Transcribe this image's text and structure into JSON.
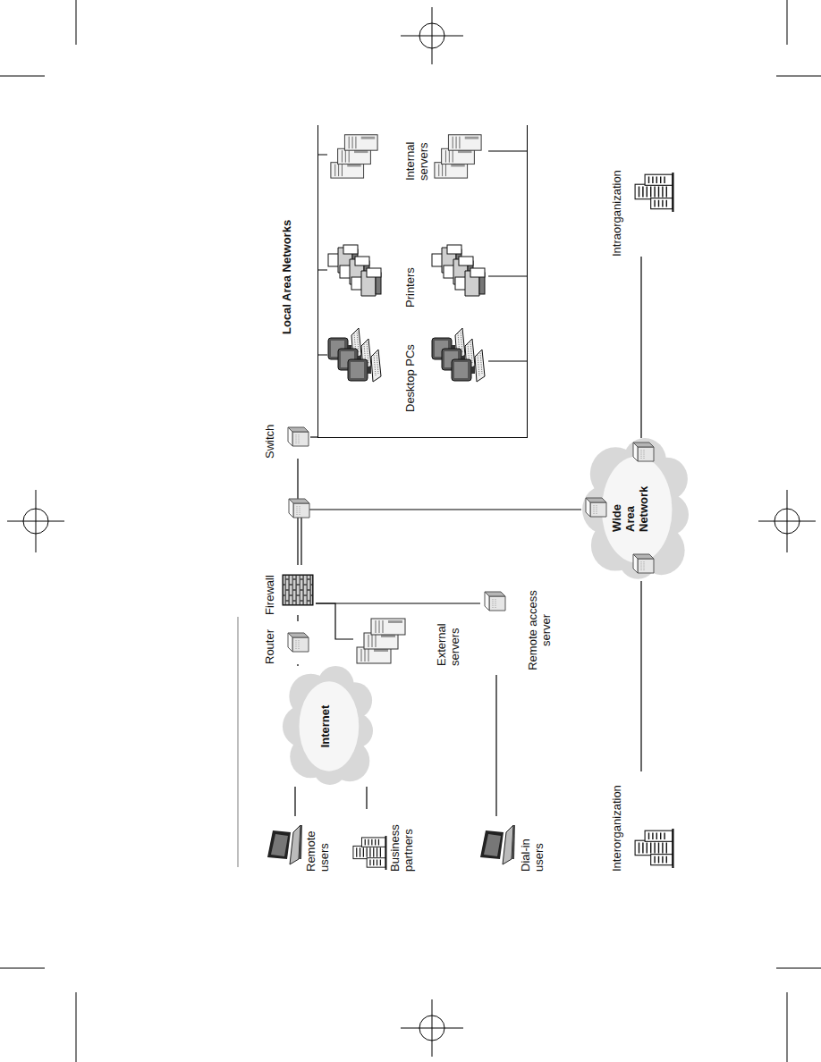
{
  "diagram": {
    "nodes": [
      {
        "text": [
          "Remote users"
        ]
      },
      {
        "text": [
          "Business partners"
        ]
      },
      {
        "text": [
          "Dial-in users"
        ]
      },
      {
        "text": [
          "Interorganization"
        ]
      },
      {
        "text": [
          "Internet"
        ]
      },
      {
        "text": [
          "Router"
        ]
      },
      {
        "text": [
          "Firewall"
        ]
      },
      {
        "text": [
          "External servers"
        ]
      },
      {
        "text": [
          "Remote access server"
        ]
      },
      {
        "text": [
          "Switch"
        ]
      },
      {
        "text": [
          "Local Area Networks"
        ]
      },
      {
        "text": [
          "Desktop PCs"
        ],
        "in": 10
      },
      {
        "text": [
          "Printers"
        ],
        "in": 10
      },
      {
        "text": [
          "Internal servers"
        ],
        "in": 10
      },
      {
        "text": [
          "Wide Area Network"
        ]
      },
      {
        "text": [
          "Intraorganization"
        ]
      }
    ],
    "edges": [
      {
        "from": 0,
        "to": 4,
        "arrow": "none"
      },
      {
        "from": 1,
        "to": 4,
        "arrow": "none"
      },
      {
        "from": 4,
        "to": 5,
        "arrow": "none"
      },
      {
        "from": 5,
        "to": 6,
        "arrow": "none"
      },
      {
        "from": 6,
        "to": 7,
        "arrow": "none"
      },
      {
        "from": 6,
        "to": 8,
        "arrow": "none"
      },
      {
        "from": 2,
        "to": 8,
        "arrow": "none"
      },
      {
        "from": 6,
        "to": 9,
        "arrow": "none"
      },
      {
        "from": 6,
        "to": 14,
        "arrow": "none"
      },
      {
        "from": 9,
        "to": 10,
        "arrow": "none"
      },
      {
        "from": 3,
        "to": 14,
        "arrow": "none"
      },
      {
        "from": 14,
        "to": 15,
        "arrow": "none"
      }
    ]
  }
}
